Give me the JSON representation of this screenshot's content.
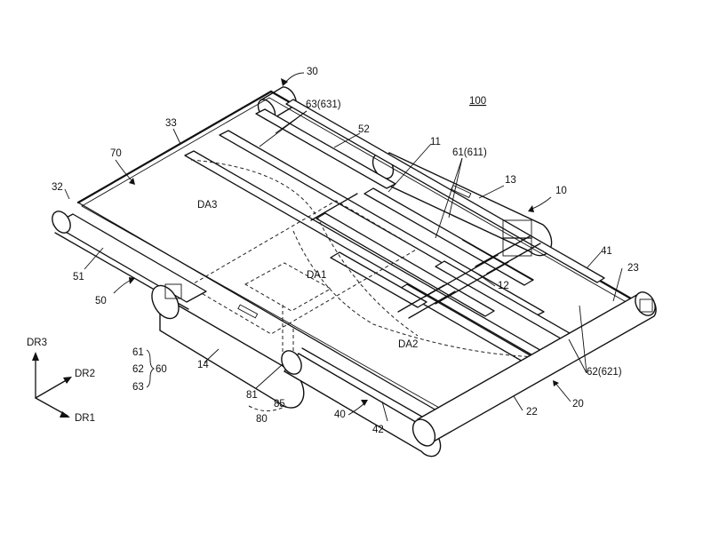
{
  "labels": {
    "ref_30": "30",
    "ref_100": "100",
    "ref_63_631": "63(631)",
    "ref_33": "33",
    "ref_52": "52",
    "ref_70": "70",
    "ref_11": "11",
    "ref_61_611": "61(611)",
    "ref_13": "13",
    "ref_10": "10",
    "ref_32": "32",
    "da3": "DA3",
    "ref_41": "41",
    "ref_23": "23",
    "da1": "DA1",
    "ref_51": "51",
    "ref_12": "12",
    "ref_50": "50",
    "da2": "DA2",
    "ref_62_621": "62(621)",
    "dr3": "DR3",
    "dr2": "DR2",
    "dr1": "DR1",
    "legend_61": "61",
    "legend_62": "62",
    "legend_63": "63",
    "legend_60": "60",
    "ref_14": "14",
    "ref_81": "81",
    "ref_85": "85",
    "ref_80": "80",
    "ref_40": "40",
    "ref_42": "42",
    "ref_22": "22",
    "ref_20": "20"
  }
}
